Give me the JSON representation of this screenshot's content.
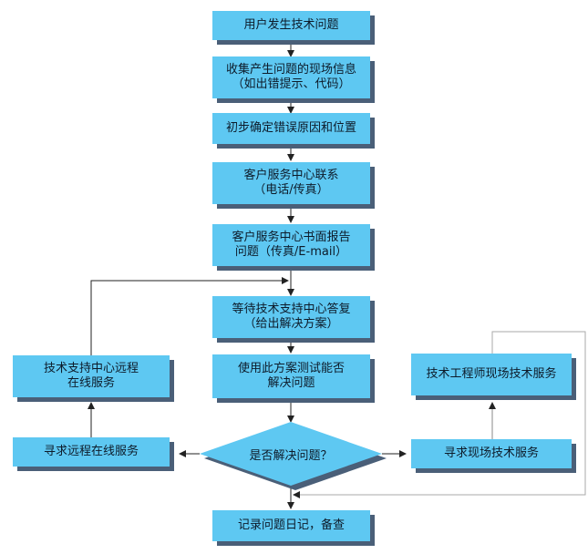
{
  "steps": {
    "user_issue": "用户发生技术问题",
    "collect_l1": "收集产生问题的现场信息",
    "collect_l2": "（如出错提示、代码）",
    "locate": "初步确定错误原因和位置",
    "contact_l1": "客户服务中心联系",
    "contact_l2": "（电话/传真）",
    "report_l1": "客户服务中心书面报告",
    "report_l2": "问题（传真/E-mail）",
    "wait_l1": "等待技术支持中心答复",
    "wait_l2": "（给出解决方案）",
    "test_l1": "使用此方案测试能否",
    "test_l2": "解决问题",
    "decision": "是否解决问题？",
    "remote_seek": "寻求远程在线服务",
    "remote_l1": "技术支持中心远程",
    "remote_l2": "在线服务",
    "onsite_seek": "寻求现场技术服务",
    "onsite_service": "技术工程师现场技术服务",
    "record": "记录问题日记，备查"
  },
  "colors": {
    "box_fill": "#5ec8f2",
    "box_shadow": "#4a5f78",
    "line": "#222222",
    "loop_line": "#aaaaaa"
  }
}
